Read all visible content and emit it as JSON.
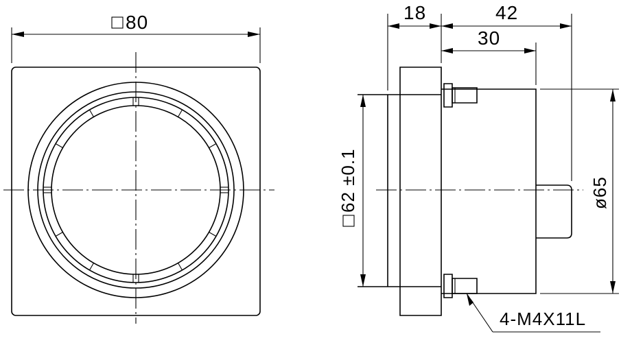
{
  "dimensions": {
    "square_width": "80",
    "panel_cutout": "62 ±0.1",
    "front_depth": "18",
    "total_depth": "42",
    "rear_depth": "30",
    "diameter": "ø65",
    "screw_spec": "4-M4X11L"
  },
  "icons": {
    "square_mark": "square-symbol-icon"
  }
}
